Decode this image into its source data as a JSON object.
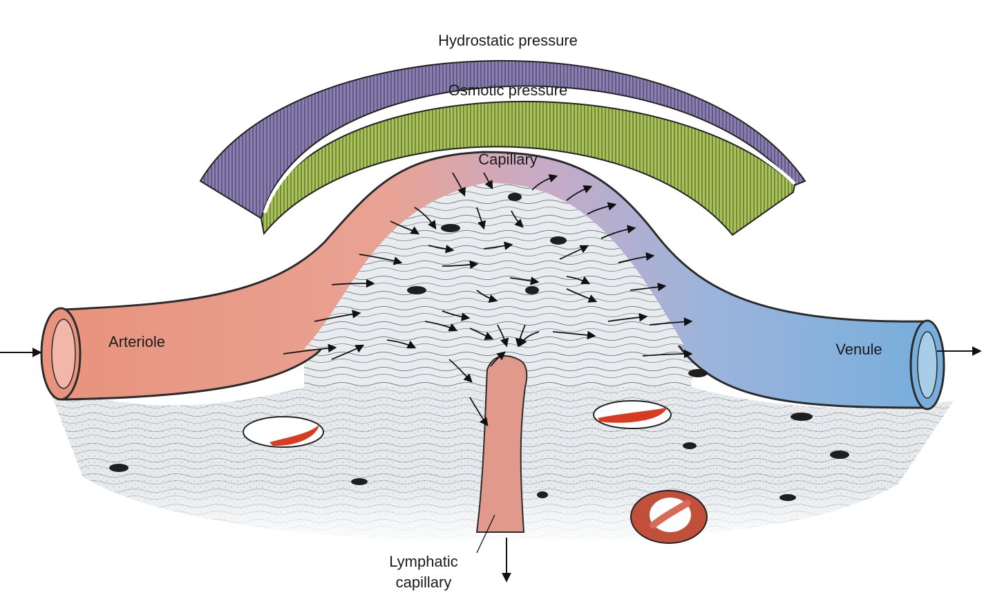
{
  "labels": {
    "hydrostatic": "Hydrostatic pressure",
    "osmotic": "Osmotic pressure",
    "capillary": "Capillary",
    "arteriole": "Arteriole",
    "venule": "Venule",
    "lymphatic_line1": "Lymphatic",
    "lymphatic_line2": "capillary"
  },
  "colors": {
    "hydrostatic_band": "#8a7fb0",
    "osmotic_band": "#a9c35a",
    "arteriole": "#e8937d",
    "venule": "#7fb0d8",
    "tissue": "#e6ebee",
    "lymphatic": "#e0998a",
    "nucleus": "#1e1e1e",
    "red_cell": "#d83a22"
  }
}
